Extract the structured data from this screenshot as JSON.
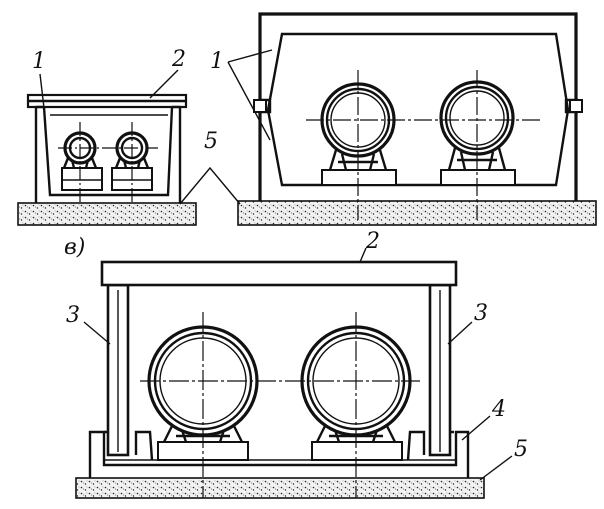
{
  "figure": {
    "part_label": "в)",
    "callouts": {
      "one": "1",
      "two": "2",
      "three": "3",
      "four": "4",
      "five": "5"
    },
    "colors": {
      "ink": "#111111",
      "paper": "#ffffff",
      "ground": "#e9e9e9"
    }
  }
}
